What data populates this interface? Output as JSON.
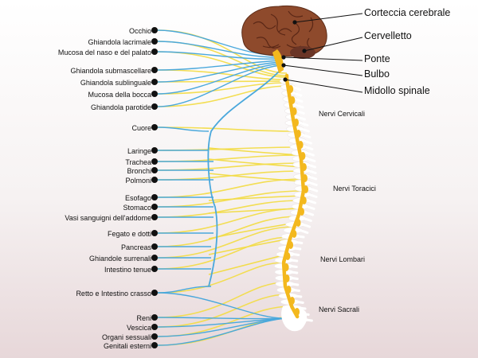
{
  "organs": [
    {
      "label": "Occhio"
    },
    {
      "label": "Ghiandola lacrimale"
    },
    {
      "label": "Mucosa del naso e del palato"
    },
    {
      "label": "Ghiandola submascellare"
    },
    {
      "label": "Ghiandola sublinguale"
    },
    {
      "label": "Mucosa della bocca"
    },
    {
      "label": "Ghiandola parotide"
    },
    {
      "label": "Cuore"
    },
    {
      "label": "Laringe"
    },
    {
      "label": "Trachea"
    },
    {
      "label": "Bronchi"
    },
    {
      "label": "Polmoni"
    },
    {
      "label": "Esofago"
    },
    {
      "label": "Stomaco"
    },
    {
      "label": "Vasi sanguigni dell'addome"
    },
    {
      "label": "Fegato e dotti"
    },
    {
      "label": "Pancreas"
    },
    {
      "label": "Ghiandole surrenali"
    },
    {
      "label": "Intestino tenue"
    },
    {
      "label": "Retto e Intestino crasso"
    },
    {
      "label": "Reni"
    },
    {
      "label": "Vescica"
    },
    {
      "label": "Organi sessuali"
    },
    {
      "label": "Genitali esterni"
    }
  ],
  "brain_labels": [
    {
      "label": "Corteccia cerebrale"
    },
    {
      "label": "Cervelletto"
    },
    {
      "label": "Ponte"
    },
    {
      "label": "Bulbo"
    },
    {
      "label": "Midollo spinale"
    }
  ],
  "regions": [
    {
      "label": "Nervi Cervicali"
    },
    {
      "label": "Nervi Toracici"
    },
    {
      "label": "Nervi Lombari"
    },
    {
      "label": "Nervi Sacrali"
    }
  ],
  "colors": {
    "parasympathetic_nerve": "#4aa8dc",
    "sympathetic_nerve": "#f2dc4a",
    "spinal_cord": "#f3b81e",
    "brain": "#8e4a2c",
    "cerebellum": "#6a3526",
    "vertebrae": "#ffffff"
  }
}
